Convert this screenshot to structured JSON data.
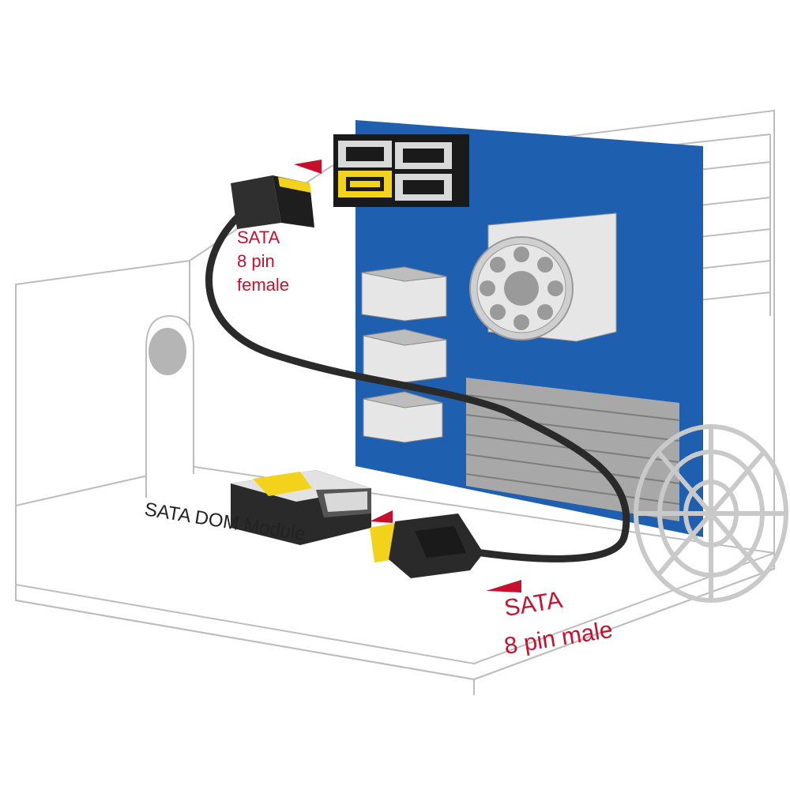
{
  "labels": {
    "female_line1": "SATA",
    "female_line2": "8 pin",
    "female_line3": "female",
    "dom_module": "SATA DOM Module",
    "male_line1": "SATA",
    "male_line2": "8 pin male"
  },
  "colors": {
    "motherboard": "#1f5fb0",
    "label_red": "#c8102e",
    "cable": "#2a2a2a",
    "connector_yellow": "#f2d21b",
    "case_line": "#bdbdbd"
  },
  "icons": {
    "arrow": "red-arrow-icon",
    "fan": "case-fan-icon"
  }
}
